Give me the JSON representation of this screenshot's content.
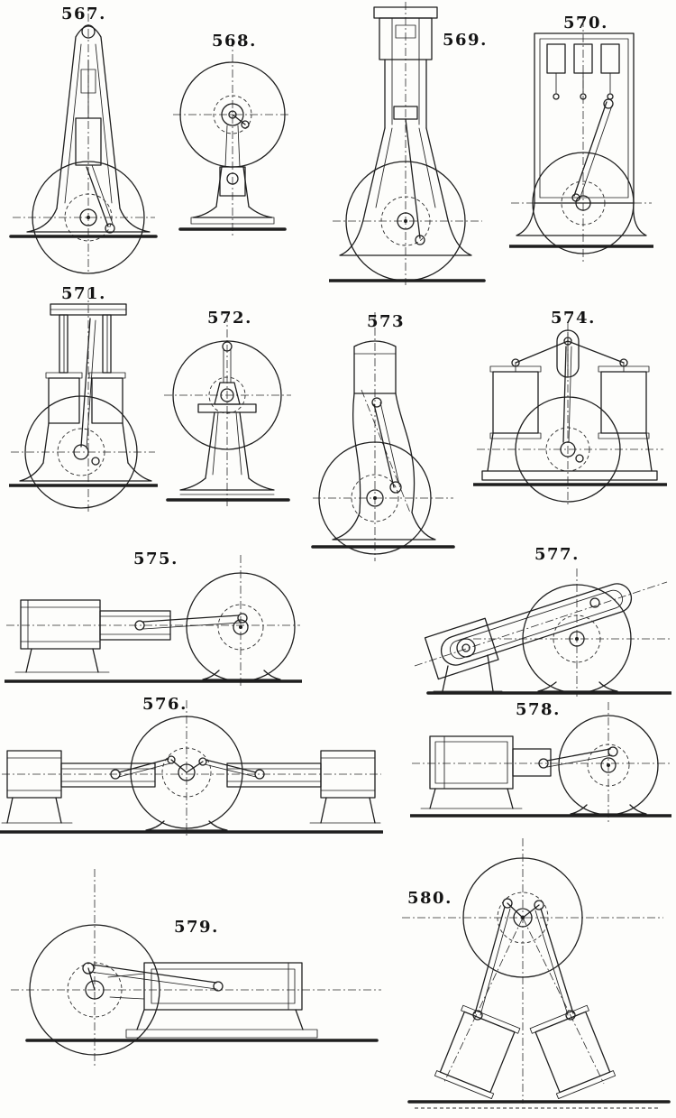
{
  "page": {
    "background": "#fdfdfb",
    "ink": "#1e1e1e",
    "description_visible_text_only": true
  },
  "figures": [
    {
      "label": "567."
    },
    {
      "label": "568."
    },
    {
      "label": "569."
    },
    {
      "label": "570."
    },
    {
      "label": "571."
    },
    {
      "label": "572."
    },
    {
      "label": "573"
    },
    {
      "label": "574."
    },
    {
      "label": "575."
    },
    {
      "label": "576."
    },
    {
      "label": "577."
    },
    {
      "label": "578."
    },
    {
      "label": "579."
    },
    {
      "label": "580."
    }
  ]
}
